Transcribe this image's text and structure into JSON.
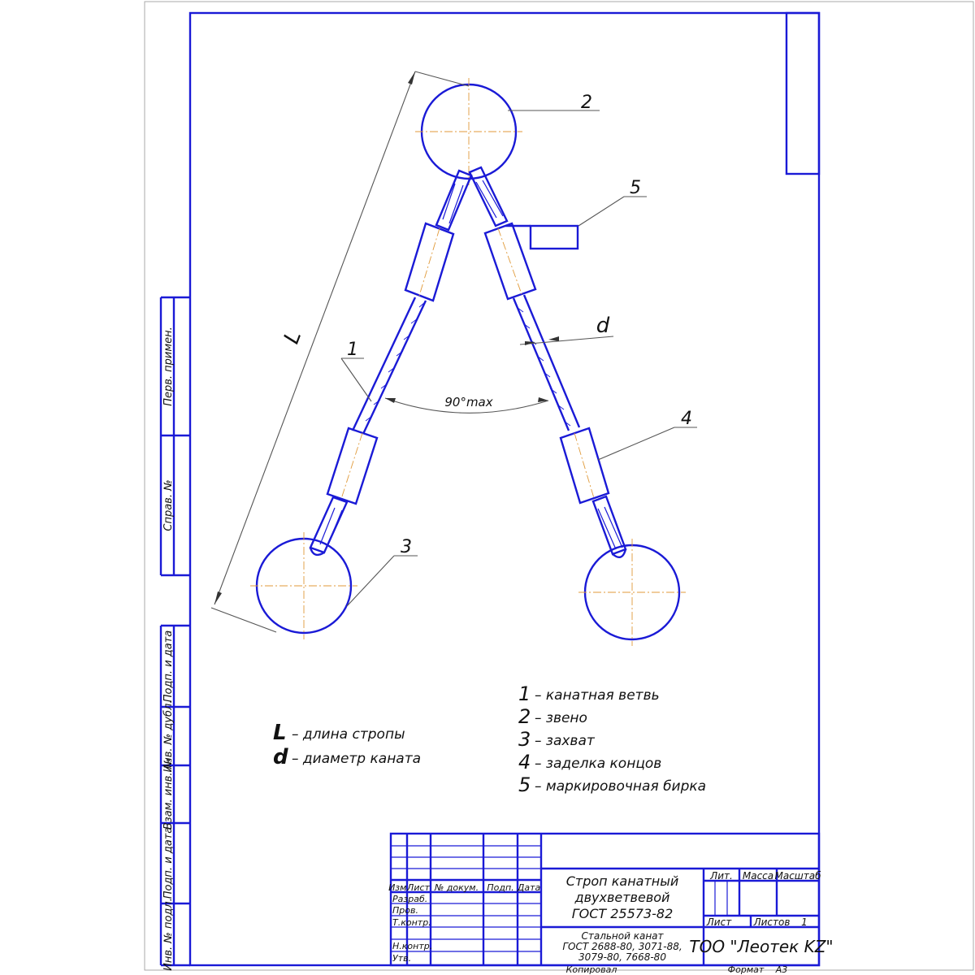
{
  "labels": {
    "L": "L",
    "d": "d",
    "angle": "90°max",
    "pos1": "1",
    "pos2": "2",
    "pos3": "3",
    "pos4": "4",
    "pos5": "5"
  },
  "legend_left": [
    {
      "symbol": "L",
      "text": "– длина стропы"
    },
    {
      "symbol": "d",
      "text": "– диаметр каната"
    }
  ],
  "legend_right": [
    {
      "num": "1",
      "text": "– канатная ветвь"
    },
    {
      "num": "2",
      "text": "– звено"
    },
    {
      "num": "3",
      "text": "– захват"
    },
    {
      "num": "4",
      "text": "– заделка концов"
    },
    {
      "num": "5",
      "text": "– маркировочная бирка"
    }
  ],
  "side_stamps": [
    "Перв. примен.",
    "Справ. №",
    "Подп. и дата",
    "Инв. № дубл.",
    "Взам. инв. №",
    "Подп. и дата",
    "Инв. № подл."
  ],
  "title_block": {
    "cols": [
      "Изм.",
      "Лист",
      "№ докум.",
      "Подп.",
      "Дата"
    ],
    "rows": [
      "Разраб.",
      "Пров.",
      "Т.контр.",
      "Н.контр.",
      "Утв."
    ],
    "title_lines": [
      "Строп канатный",
      "двухветвевой",
      "ГОСТ 25573-82"
    ],
    "material_lines": [
      "Стальной канат",
      "ГОСТ 2688-80, 3071-88,",
      "3079-80, 7668-80"
    ],
    "lit": "Лит.",
    "mass": "Масса",
    "scale": "Масштаб",
    "sheet": "Лист",
    "sheets": "Листов",
    "sheets_count": "1",
    "company": "ТОО \"Леотек KZ\"",
    "copied": "Копировал",
    "format_label": "Формат",
    "format_value": "А3"
  }
}
